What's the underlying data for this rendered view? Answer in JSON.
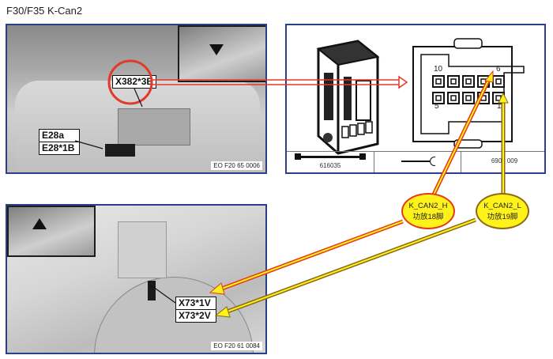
{
  "title": "F30/F35 K-Can2",
  "top_photo": {
    "labels": {
      "x382": "X382*3B",
      "e28a": "E28a",
      "e28_1b": "E28*1B"
    },
    "code": "EO F20 65 0006"
  },
  "connector_panel": {
    "pin_labels": {
      "top_left": "10",
      "top_right": "6",
      "bottom_left": "5",
      "bottom_right": "1"
    },
    "footer": {
      "cell1": "616035",
      "cell3": "6909 009"
    }
  },
  "bottom_photo": {
    "labels": {
      "x73_1v": "X73*1V",
      "x73_2v": "X73*2V"
    },
    "code": "EO F20 61 0084"
  },
  "callouts": {
    "can_h": {
      "line1": "K_CAN2_H",
      "line2": "功放18脚"
    },
    "can_l": {
      "line1": "K_CAN2_L",
      "line2": "功放19脚"
    }
  },
  "colors": {
    "panel_border": "#2b3f8c",
    "callout_fill": "#fff21a",
    "can_h_border": "#e23a1a",
    "can_l_border": "#8a6a14",
    "red_arrow": "#e03a2a"
  }
}
